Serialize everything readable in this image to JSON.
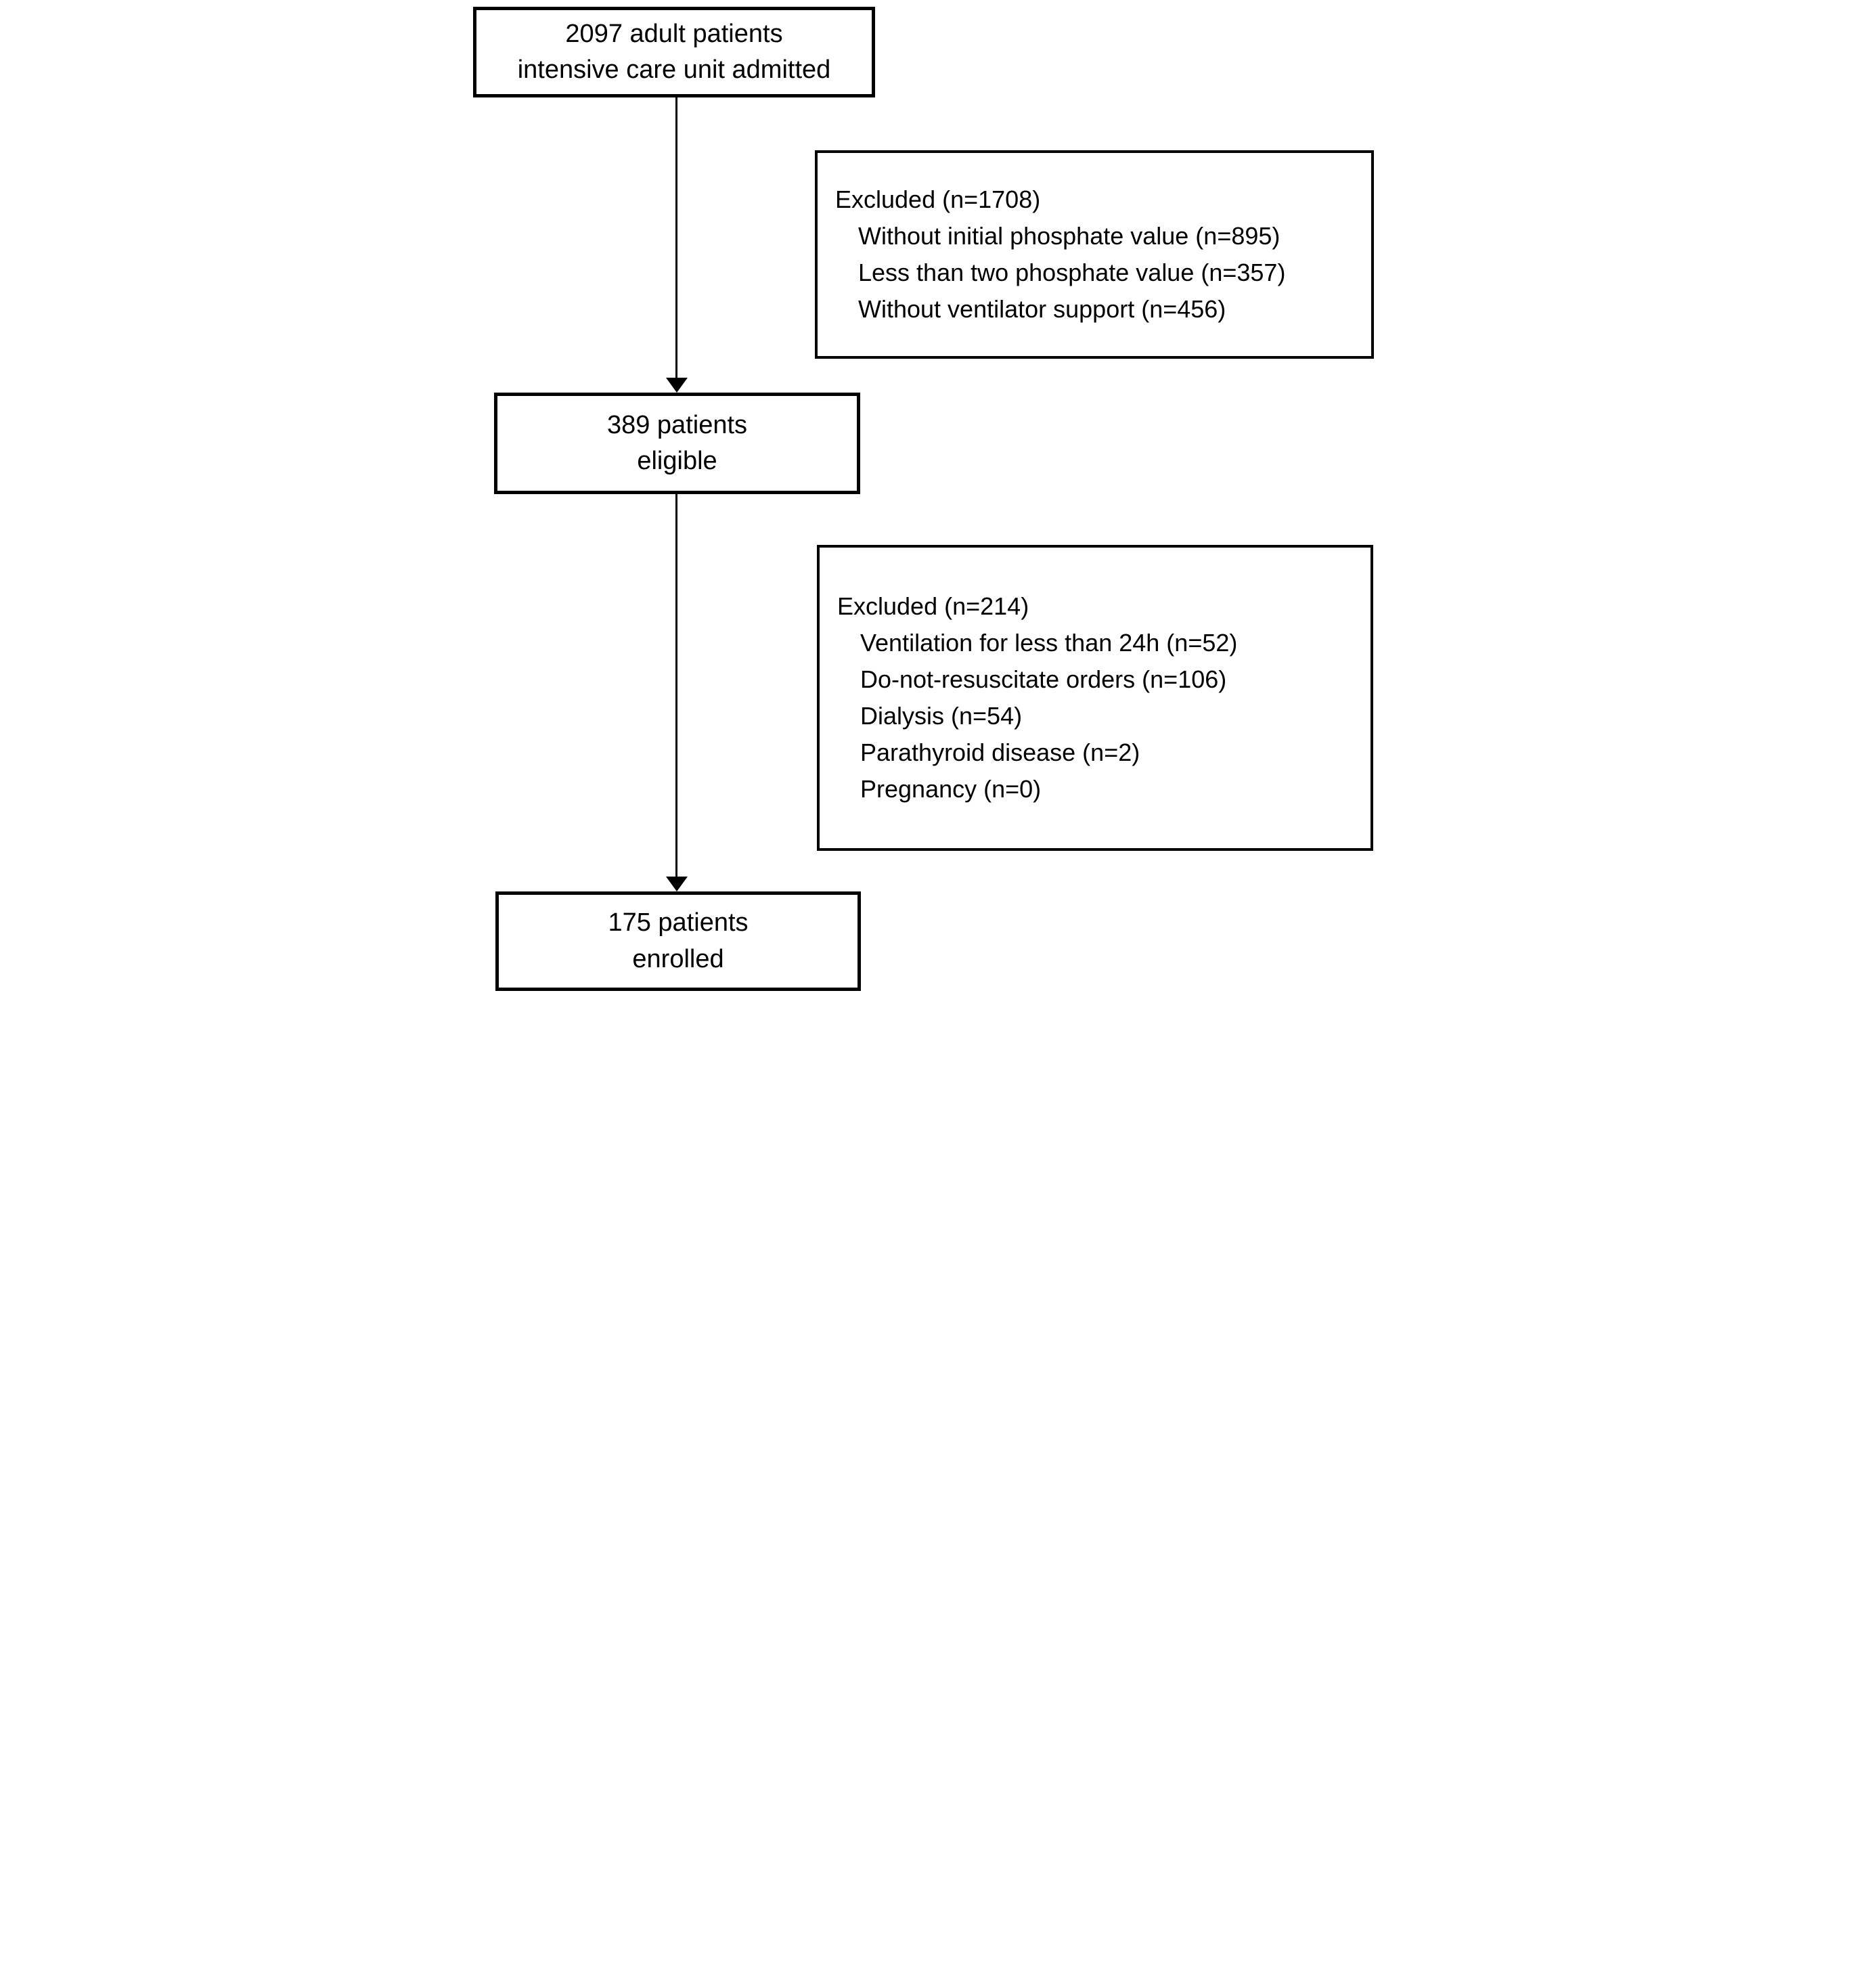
{
  "figure": {
    "type": "patient-flow-diagram",
    "colors": {
      "background": "#ffffff",
      "border": "#000000",
      "text": "#000000",
      "arrow": "#000000"
    }
  },
  "flow": {
    "top_box": {
      "lines": [
        "2097 adult patients",
        "intensive care unit admitted"
      ]
    },
    "exclusion_box_1": {
      "heading": "Excluded (n=1708)",
      "items": [
        "Without initial phosphate value (n=895)",
        "Less than two phosphate value (n=357)",
        "Without ventilator support (n=456)"
      ]
    },
    "middle_box": {
      "lines": [
        "389 patients",
        "eligible"
      ]
    },
    "exclusion_box_2": {
      "heading": "Excluded (n=214)",
      "items": [
        "Ventilation for less than 24h (n=52)",
        "Do-not-resuscitate orders (n=106)",
        "Dialysis (n=54)",
        "Parathyroid disease (n=2)",
        "Pregnancy (n=0)"
      ]
    },
    "bottom_box": {
      "lines": [
        "175 patients",
        "enrolled"
      ]
    }
  }
}
